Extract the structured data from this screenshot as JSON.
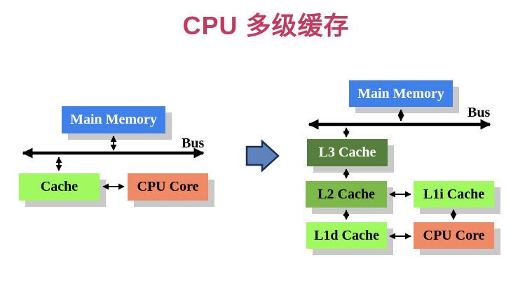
{
  "title": "CPU 多级缓存",
  "left_diagram": {
    "main_memory_label": "Main Memory",
    "bus_label": "Bus",
    "cache_label": "Cache",
    "cpu_core_label": "CPU Core"
  },
  "right_diagram": {
    "main_memory_label": "Main Memory",
    "bus_label": "Bus",
    "l3_cache_label": "L3 Cache",
    "l2_cache_label": "L2 Cache",
    "l1i_cache_label": "L1i Cache",
    "l1d_cache_label": "L1d Cache",
    "cpu_core_label": "CPU Core"
  },
  "colors": {
    "title_crimson": "#c23a5e",
    "memory_blue": "#3f81e8",
    "light_green": "#a0f95e",
    "medium_green": "#7cb84a",
    "dark_green": "#567e3d",
    "salmon": "#ee8a66",
    "shadow_gray": "#c9c9c9",
    "transform_arrow_blue": "#5d83bd",
    "line_black": "#000000"
  }
}
